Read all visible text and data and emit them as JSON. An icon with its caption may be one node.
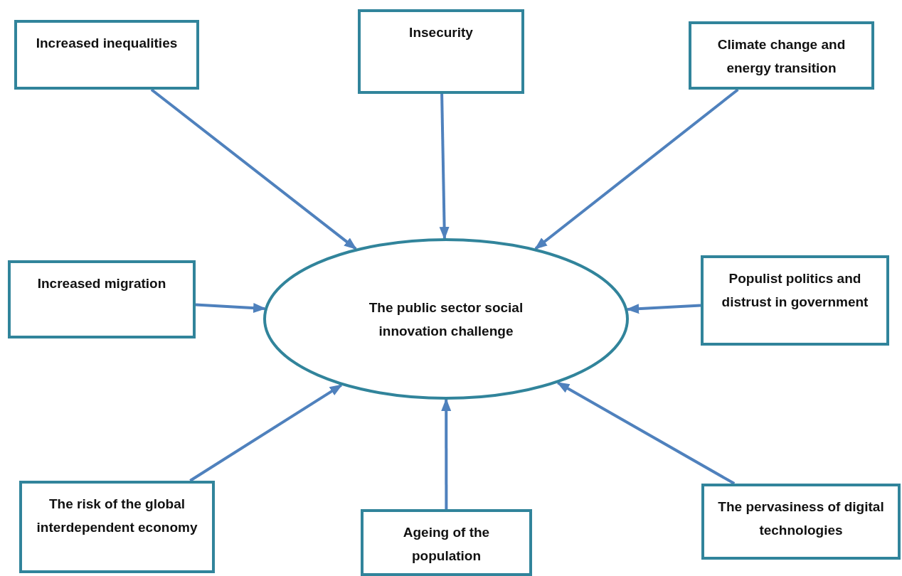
{
  "diagram": {
    "nodes": [
      {
        "text": [
          "Increased inequalities"
        ]
      },
      {
        "text": [
          "Insecurity"
        ]
      },
      {
        "text": [
          "Climate change and energy transition"
        ]
      },
      {
        "text": [
          "Increased migration"
        ]
      },
      {
        "text": [
          "The public sector social innovation challenge"
        ]
      },
      {
        "text": [
          "Populist politics and distrust in government"
        ]
      },
      {
        "text": [
          "The risk of the global interdependent economy"
        ]
      },
      {
        "text": [
          "Ageing of the population"
        ]
      },
      {
        "text": [
          "The pervasiness of digital technologies"
        ]
      }
    ],
    "edges": [
      {
        "from": 0,
        "to": 4,
        "arrow": "to"
      },
      {
        "from": 1,
        "to": 4,
        "arrow": "to"
      },
      {
        "from": 2,
        "to": 4,
        "arrow": "to"
      },
      {
        "from": 3,
        "to": 4,
        "arrow": "to"
      },
      {
        "from": 5,
        "to": 4,
        "arrow": "to"
      },
      {
        "from": 6,
        "to": 4,
        "arrow": "to"
      },
      {
        "from": 7,
        "to": 4,
        "arrow": "to"
      },
      {
        "from": 8,
        "to": 4,
        "arrow": "to"
      }
    ]
  }
}
